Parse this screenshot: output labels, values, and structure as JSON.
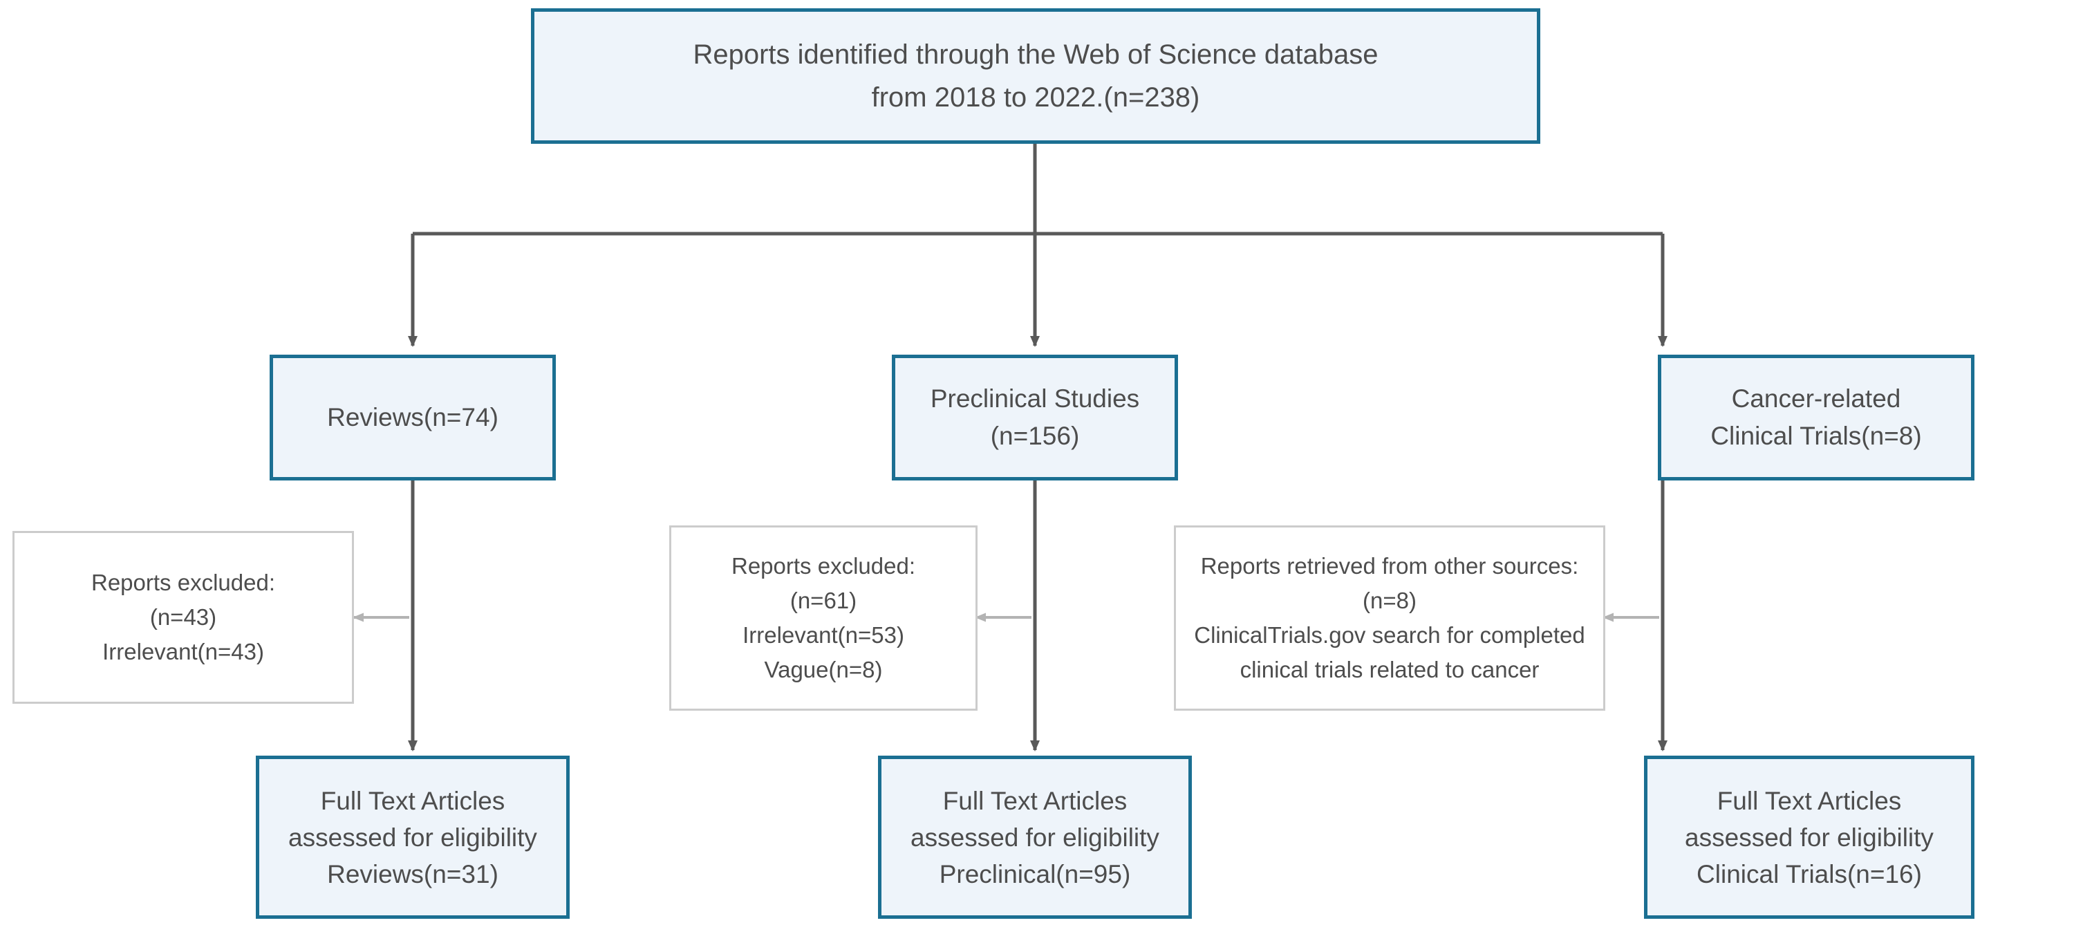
{
  "diagram": {
    "type": "prisma-flow-diagram",
    "colors": {
      "primary_border": "#1b6f92",
      "primary_fill": "#eef4fa",
      "note_border": "#cccccc",
      "note_fill": "#ffffff",
      "text": "#4d4d4d",
      "arrow_dark": "#595959",
      "arrow_light": "#b3b3b3",
      "background": "#ffffff"
    },
    "identification": {
      "source_box": {
        "lines": [
          "Reports identified through the Web of Science database",
          "from 2018 to 2022.(n=238)"
        ],
        "count": 238,
        "database": "Web of Science",
        "year_from": "2018",
        "year_to": "2022"
      }
    },
    "categories": [
      {
        "name": "reviews",
        "lines": [
          "Reviews(n=74)"
        ],
        "count": 74
      },
      {
        "name": "preclinical-studies",
        "lines": [
          "Preclinical Studies",
          "(n=156)"
        ],
        "count": 156
      },
      {
        "name": "cancer-related-clinical-trials",
        "lines": [
          "Cancer-related",
          "Clinical Trials(n=8)"
        ],
        "count": 8
      }
    ],
    "side_notes": [
      {
        "name": "reviews-excluded",
        "lines": [
          "Reports excluded:",
          "(n=43)",
          "Irrelevant(n=43)"
        ],
        "count": 43
      },
      {
        "name": "preclinical-excluded",
        "lines": [
          "Reports excluded:",
          "(n=61)",
          "Irrelevant(n=53)",
          "Vague(n=8)"
        ],
        "count": 61
      },
      {
        "name": "clinical-trials-retrieved",
        "lines": [
          "Reports retrieved from other sources:",
          "(n=8)",
          "ClinicalTrials.gov search for completed",
          "clinical trials related to cancer"
        ],
        "count": 8
      }
    ],
    "included": [
      {
        "name": "full-text-reviews",
        "lines": [
          "Full Text Articles",
          "assessed for eligibility",
          "Reviews(n=31)"
        ],
        "count": 31
      },
      {
        "name": "full-text-preclinical",
        "lines": [
          "Full Text Articles",
          "assessed for eligibility",
          "Preclinical(n=95)"
        ],
        "count": 95
      },
      {
        "name": "full-text-clinical-trials",
        "lines": [
          "Full Text Articles",
          "assessed for eligibility",
          "Clinical Trials(n=16)"
        ],
        "count": 16
      }
    ]
  }
}
